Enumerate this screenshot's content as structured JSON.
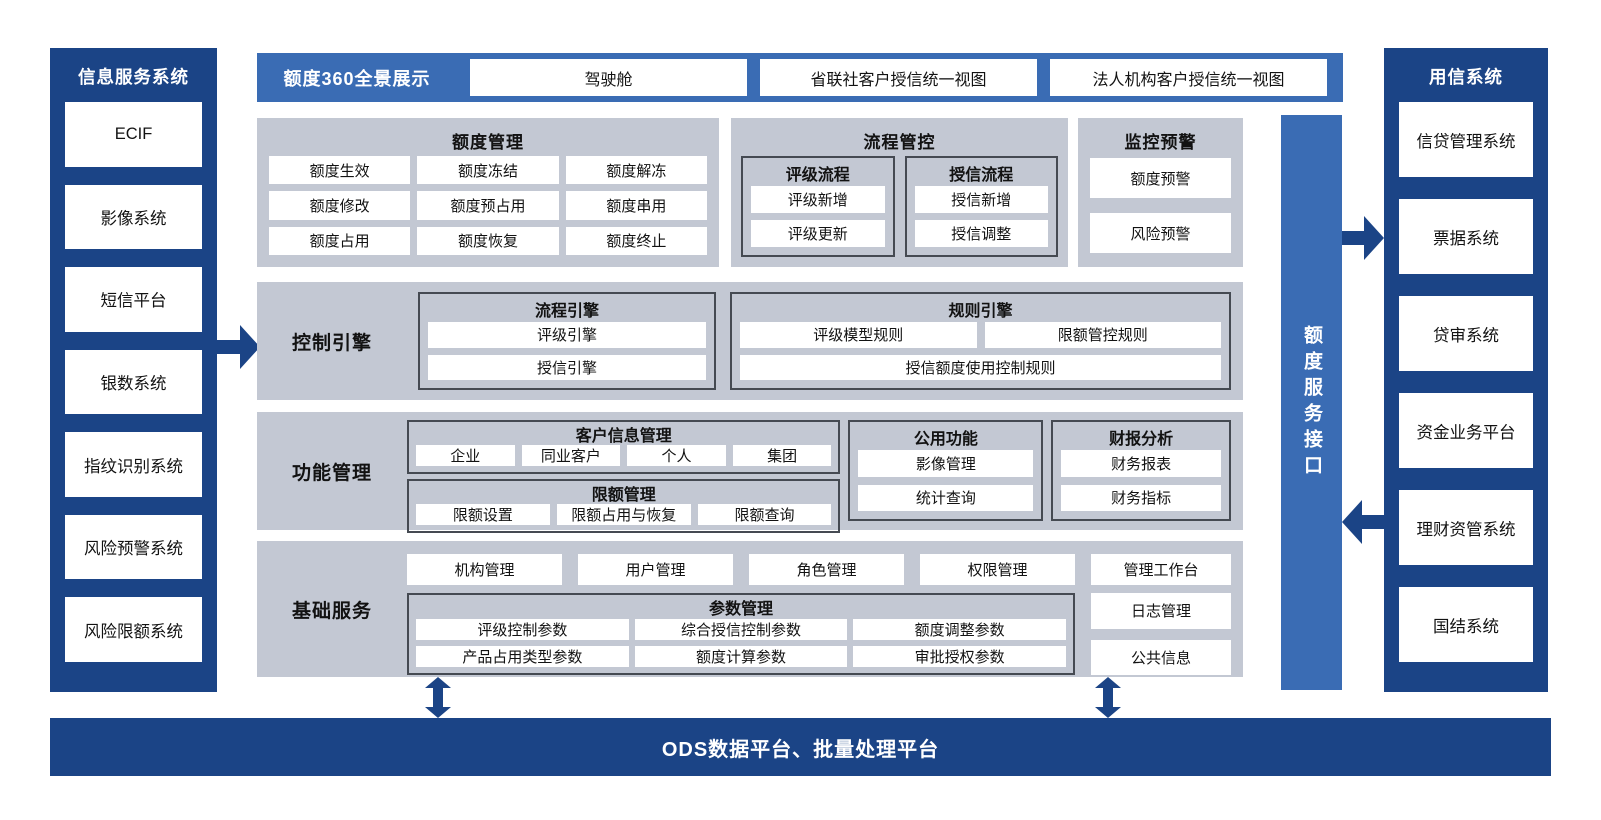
{
  "colors": {
    "dark_blue": "#1b4486",
    "medium_blue": "#3a6cb4",
    "panel_gray": "#c3c8d3",
    "sub_border": "#454a52"
  },
  "left_sidebar": {
    "title": "信息服务系统",
    "items": [
      "ECIF",
      "影像系统",
      "短信平台",
      "银数系统",
      "指纹识别系统",
      "风险预警系统",
      "风险限额系统"
    ]
  },
  "overview_bar": {
    "title": "额度360全景展示",
    "items": [
      "驾驶舱",
      "省联社客户授信统一视图",
      "法人机构客户授信统一视图"
    ]
  },
  "quota_management": {
    "title": "额度管理",
    "items": [
      "额度生效",
      "额度冻结",
      "额度解冻",
      "额度修改",
      "额度预占用",
      "额度串用",
      "额度占用",
      "额度恢复",
      "额度终止"
    ]
  },
  "process_control": {
    "title": "流程管控",
    "groups": [
      {
        "title": "评级流程",
        "items": [
          "评级新增",
          "评级更新"
        ]
      },
      {
        "title": "授信流程",
        "items": [
          "授信新增",
          "授信调整"
        ]
      }
    ]
  },
  "monitoring": {
    "title": "监控预警",
    "items": [
      "额度预警",
      "风险预警"
    ]
  },
  "control_engine": {
    "label": "控制引擎",
    "process_engine": {
      "title": "流程引擎",
      "items": [
        "评级引擎",
        "授信引擎"
      ]
    },
    "rule_engine": {
      "title": "规则引擎",
      "top_items": [
        "评级模型规则",
        "限额管控规则"
      ],
      "bottom_item": "授信额度使用控制规则"
    }
  },
  "function_management": {
    "label": "功能管理",
    "customer_info": {
      "title": "客户信息管理",
      "items": [
        "企业",
        "同业客户",
        "个人",
        "集团"
      ]
    },
    "limit_management": {
      "title": "限额管理",
      "items": [
        "限额设置",
        "限额占用与恢复",
        "限额查询"
      ]
    },
    "public_functions": {
      "title": "公用功能",
      "items": [
        "影像管理",
        "统计查询"
      ]
    },
    "financial_report": {
      "title": "财报分析",
      "items": [
        "财务报表",
        "财务指标"
      ]
    }
  },
  "basic_services": {
    "label": "基础服务",
    "top_items": [
      "机构管理",
      "用户管理",
      "角色管理",
      "权限管理"
    ],
    "workbench": "管理工作台",
    "parameters": {
      "title": "参数管理",
      "items": [
        "评级控制参数",
        "综合授信控制参数",
        "额度调整参数",
        "产品占用类型参数",
        "额度计算参数",
        "审批授权参数"
      ]
    },
    "side_items": [
      "日志管理",
      "公共信息"
    ]
  },
  "service_interface": {
    "title": "额度服务接口"
  },
  "right_sidebar": {
    "title": "用信系统",
    "items": [
      "信贷管理系统",
      "票据系统",
      "贷审系统",
      "资金业务平台",
      "理财资管系统",
      "国结系统"
    ]
  },
  "bottom_bar": {
    "title": "ODS数据平台、批量处理平台"
  }
}
